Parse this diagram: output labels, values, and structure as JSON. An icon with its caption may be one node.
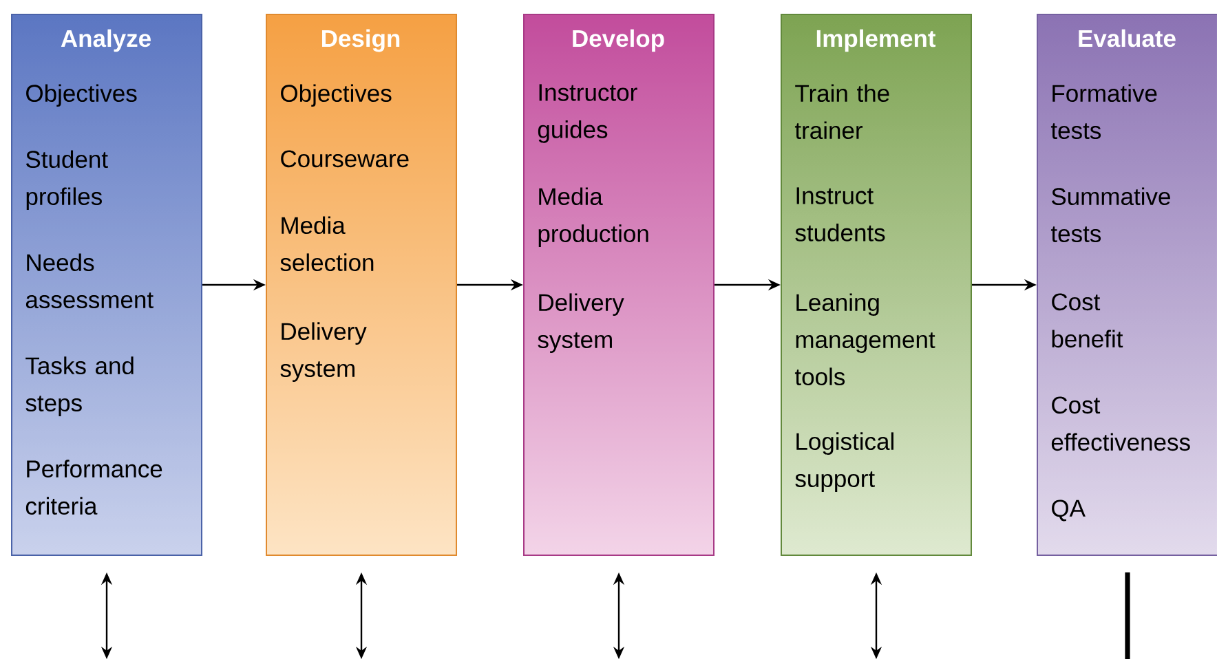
{
  "diagram": {
    "nodes": [
      {
        "text": [
          "Analyze",
          "Objectives",
          "Student profiles",
          "Needs assessment",
          "Tasks and steps",
          "Performance criteria"
        ]
      },
      {
        "text": [
          "Design",
          "Objectives",
          "Courseware",
          "Media selection",
          "Delivery system"
        ]
      },
      {
        "text": [
          "Develop",
          "Instructor guides",
          "Media production",
          "Delivery system"
        ]
      },
      {
        "text": [
          "Implement",
          "Train the trainer",
          "Instruct students",
          "Leaning management tools",
          "Logistical support"
        ]
      },
      {
        "text": [
          "Evaluate",
          "Formative tests",
          "Summative tests",
          "Cost benefit",
          "Cost effectiveness",
          "QA"
        ]
      }
    ],
    "edges": [
      {
        "from": 0,
        "to": 1,
        "arrow": "to"
      },
      {
        "from": 1,
        "to": 2,
        "arrow": "to"
      },
      {
        "from": 2,
        "to": 3,
        "arrow": "to"
      },
      {
        "from": 3,
        "to": 4,
        "arrow": "to"
      },
      {
        "from": 0,
        "to": null,
        "arrow": "both"
      },
      {
        "from": 1,
        "to": null,
        "arrow": "both"
      },
      {
        "from": 2,
        "to": null,
        "arrow": "both"
      },
      {
        "from": 3,
        "to": null,
        "arrow": "both"
      },
      {
        "from": 4,
        "to": null,
        "arrow": "none",
        "style": "thick"
      }
    ]
  }
}
